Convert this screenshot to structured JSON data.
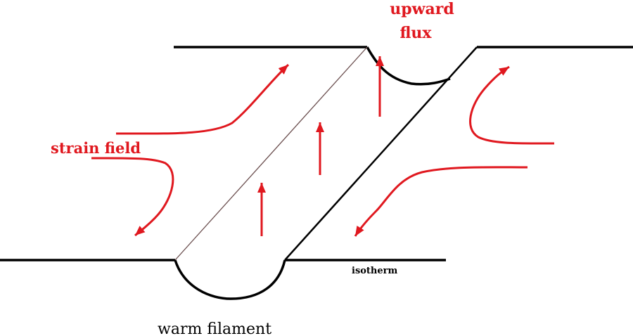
{
  "labels": {
    "upward_line1": "upward",
    "upward_line2": "flux",
    "strain_field": "strain field",
    "isotherm": "isotherm",
    "warm_filament": "warm filament"
  },
  "colors": {
    "arrow": "#e0181f",
    "line": "#000000",
    "thin_line": "#6b4f4f"
  }
}
